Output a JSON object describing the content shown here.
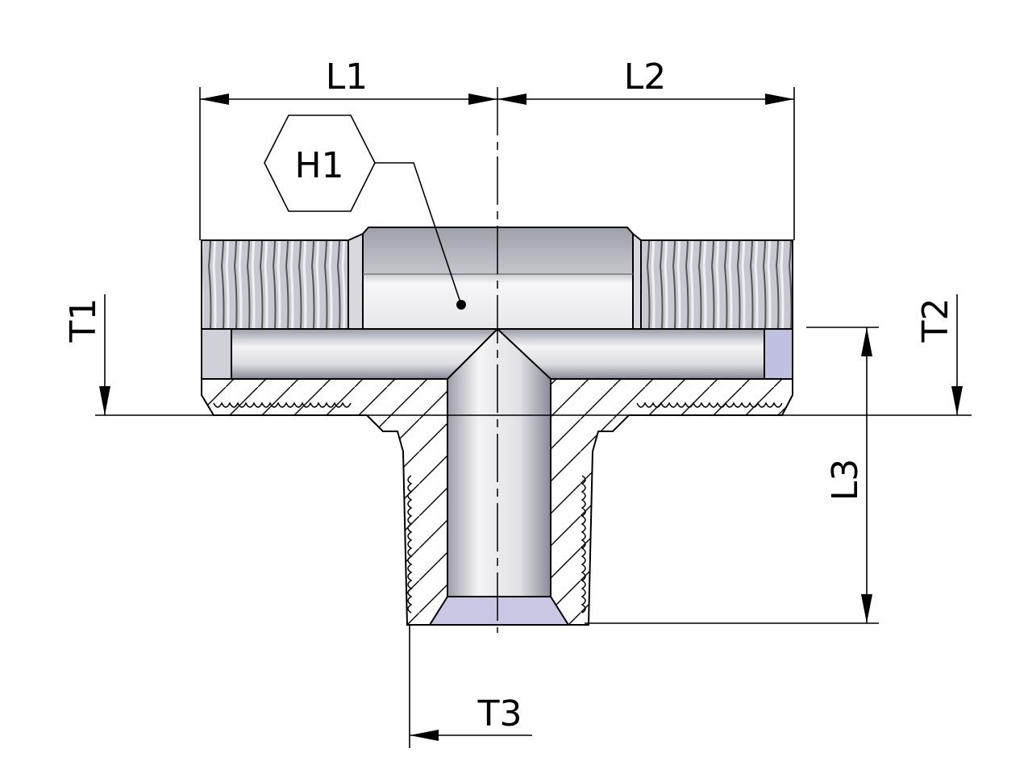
{
  "drawing": {
    "title": "Tee fitting dimension drawing",
    "dimensions": {
      "l1": "L1",
      "l2": "L2",
      "l3": "L3",
      "h1": "H1",
      "t1": "T1",
      "t2": "T2",
      "t3": "T3"
    },
    "colors": {
      "metal_light": "#f2f2f4",
      "metal_mid": "#b8b8c2",
      "metal_dark": "#7a7a86",
      "thread": "#9a9aa8",
      "line": "#000000"
    }
  }
}
